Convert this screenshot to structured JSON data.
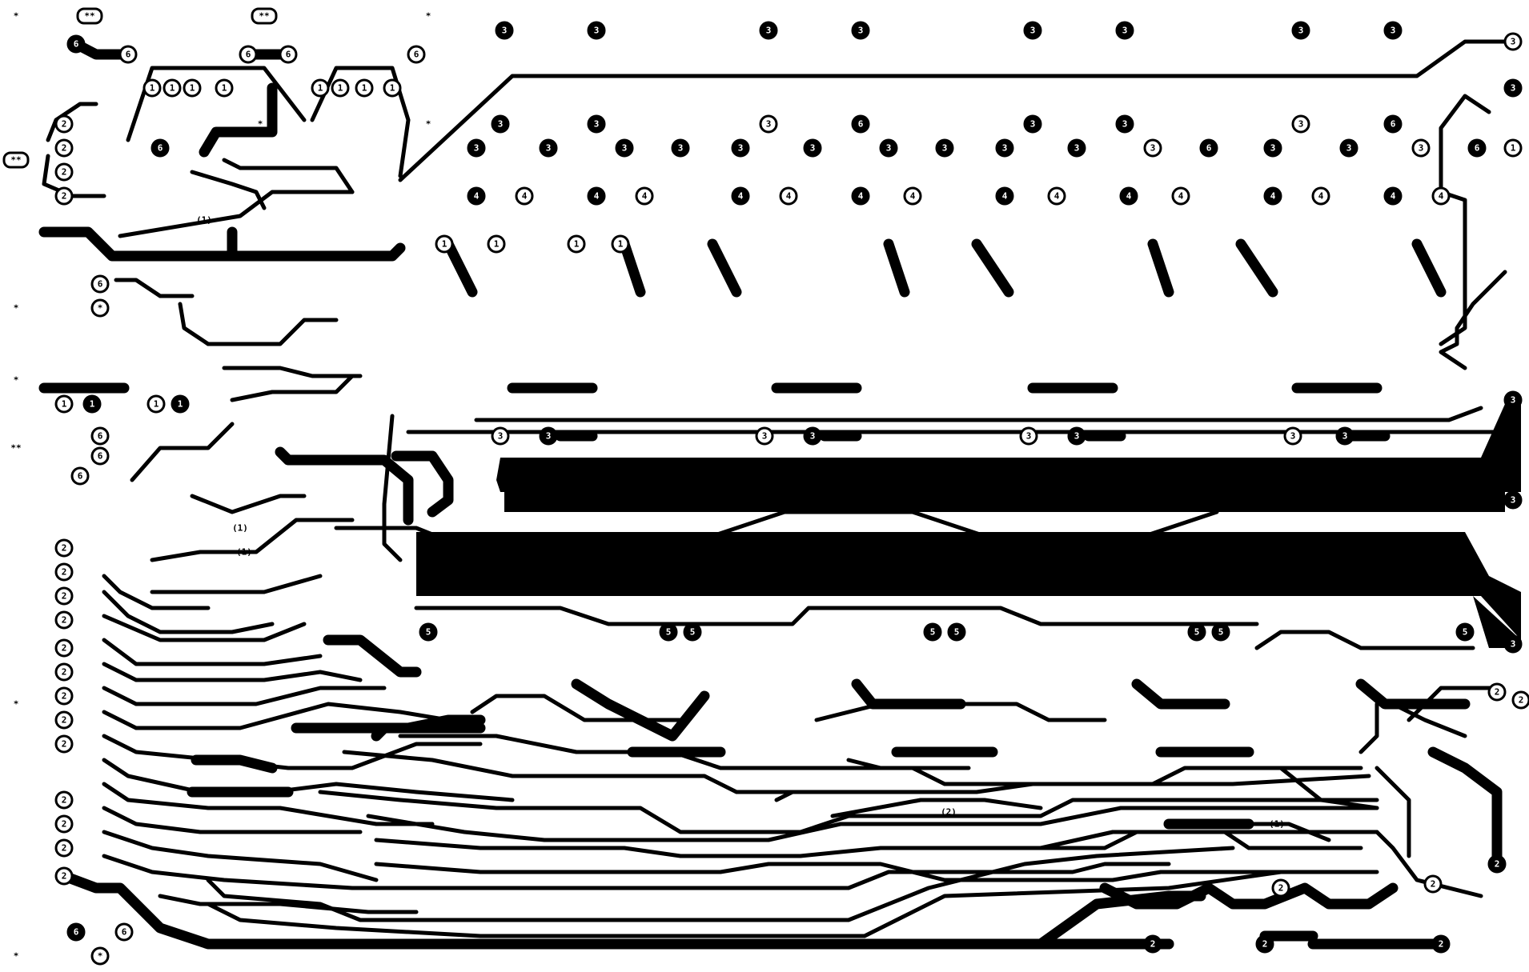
{
  "board": {
    "title": "",
    "colors": {
      "copper": "#000000",
      "substrate": "#ffffff"
    },
    "label_set": [
      "1",
      "2",
      "3",
      "4",
      "5",
      "6",
      "*",
      "**",
      "(1)",
      "(2)"
    ]
  },
  "pads": [
    {
      "id": "p1",
      "label": "*",
      "style": "bare"
    },
    {
      "id": "p2",
      "label": "**",
      "style": "ring"
    },
    {
      "id": "p3",
      "label": "**",
      "style": "ring"
    },
    {
      "id": "p4",
      "label": "*",
      "style": "bare"
    },
    {
      "id": "p5",
      "label": "6",
      "style": "solid"
    },
    {
      "id": "p6",
      "label": "6",
      "style": "ring"
    },
    {
      "id": "p7",
      "label": "6",
      "style": "ring"
    },
    {
      "id": "p8",
      "label": "6",
      "style": "ring"
    },
    {
      "id": "p9",
      "label": "6",
      "style": "ring"
    },
    {
      "id": "p10",
      "label": "3",
      "style": "solid"
    },
    {
      "id": "p11",
      "label": "3",
      "style": "solid"
    },
    {
      "id": "p12",
      "label": "3",
      "style": "solid"
    },
    {
      "id": "p13",
      "label": "3",
      "style": "solid"
    },
    {
      "id": "p14",
      "label": "3",
      "style": "solid"
    },
    {
      "id": "p15",
      "label": "3",
      "style": "solid"
    },
    {
      "id": "p16",
      "label": "3",
      "style": "solid"
    },
    {
      "id": "p17",
      "label": "3",
      "style": "solid"
    },
    {
      "id": "p18",
      "label": "3",
      "style": "ring"
    },
    {
      "id": "p19",
      "label": "3",
      "style": "solid"
    },
    {
      "id": "p20",
      "label": "1",
      "style": "ring"
    },
    {
      "id": "p21",
      "label": "1",
      "style": "ring"
    },
    {
      "id": "p22",
      "label": "1",
      "style": "ring"
    },
    {
      "id": "p23",
      "label": "1",
      "style": "ring"
    },
    {
      "id": "p24",
      "label": "1",
      "style": "ring"
    },
    {
      "id": "p25",
      "label": "1",
      "style": "ring"
    },
    {
      "id": "p26",
      "label": "1",
      "style": "ring"
    },
    {
      "id": "p27",
      "label": "1",
      "style": "ring"
    },
    {
      "id": "p28",
      "label": "2",
      "style": "ring"
    },
    {
      "id": "p29",
      "label": "2",
      "style": "ring"
    },
    {
      "id": "p30",
      "label": "2",
      "style": "ring"
    },
    {
      "id": "p31",
      "label": "2",
      "style": "ring"
    },
    {
      "id": "p32",
      "label": "6",
      "style": "solid"
    },
    {
      "id": "p33",
      "label": "*",
      "style": "bare"
    },
    {
      "id": "p34",
      "label": "*",
      "style": "bare"
    },
    {
      "id": "p35",
      "label": "3",
      "style": "solid"
    },
    {
      "id": "p36",
      "label": "3",
      "style": "solid"
    },
    {
      "id": "p37",
      "label": "3",
      "style": "solid"
    },
    {
      "id": "p38",
      "label": "3",
      "style": "solid"
    },
    {
      "id": "p39",
      "label": "3",
      "style": "solid"
    },
    {
      "id": "p40",
      "label": "3",
      "style": "solid"
    },
    {
      "id": "p41",
      "label": "3",
      "style": "solid"
    },
    {
      "id": "p42",
      "label": "3",
      "style": "solid"
    },
    {
      "id": "p43",
      "label": "3",
      "style": "solid"
    },
    {
      "id": "p44",
      "label": "3",
      "style": "solid"
    },
    {
      "id": "p45",
      "label": "3",
      "style": "ring"
    },
    {
      "id": "p46",
      "label": "6",
      "style": "solid"
    },
    {
      "id": "p47",
      "label": "3",
      "style": "solid"
    },
    {
      "id": "p48",
      "label": "3",
      "style": "solid"
    },
    {
      "id": "p49",
      "label": "3",
      "style": "ring"
    },
    {
      "id": "p50",
      "label": "6",
      "style": "solid"
    },
    {
      "id": "p51",
      "label": "3",
      "style": "solid"
    },
    {
      "id": "p52",
      "label": "3",
      "style": "solid"
    },
    {
      "id": "p53",
      "label": "3",
      "style": "ring"
    },
    {
      "id": "p54",
      "label": "6",
      "style": "solid"
    },
    {
      "id": "p55",
      "label": "3",
      "style": "solid"
    },
    {
      "id": "p56",
      "label": "3",
      "style": "solid"
    },
    {
      "id": "p57",
      "label": "3",
      "style": "ring"
    },
    {
      "id": "p58",
      "label": "6",
      "style": "solid"
    },
    {
      "id": "p59",
      "label": "1",
      "style": "ring"
    },
    {
      "id": "p60",
      "label": "4",
      "style": "solid"
    },
    {
      "id": "p61",
      "label": "4",
      "style": "ring"
    },
    {
      "id": "p62",
      "label": "4",
      "style": "solid"
    },
    {
      "id": "p63",
      "label": "4",
      "style": "ring"
    },
    {
      "id": "p64",
      "label": "4",
      "style": "solid"
    },
    {
      "id": "p65",
      "label": "4",
      "style": "ring"
    },
    {
      "id": "p66",
      "label": "4",
      "style": "solid"
    },
    {
      "id": "p67",
      "label": "4",
      "style": "ring"
    },
    {
      "id": "p68",
      "label": "4",
      "style": "solid"
    },
    {
      "id": "p69",
      "label": "4",
      "style": "ring"
    },
    {
      "id": "p70",
      "label": "4",
      "style": "solid"
    },
    {
      "id": "p71",
      "label": "4",
      "style": "ring"
    },
    {
      "id": "p72",
      "label": "4",
      "style": "solid"
    },
    {
      "id": "p73",
      "label": "4",
      "style": "ring"
    },
    {
      "id": "p74",
      "label": "4",
      "style": "solid"
    },
    {
      "id": "p75",
      "label": "4",
      "style": "ring"
    },
    {
      "id": "p76",
      "label": "1",
      "style": "ring"
    },
    {
      "id": "p77",
      "label": "1",
      "style": "solid"
    },
    {
      "id": "p78",
      "label": "1",
      "style": "ring"
    },
    {
      "id": "p79",
      "label": "1",
      "style": "solid"
    },
    {
      "id": "p80",
      "label": "1",
      "style": "ring"
    },
    {
      "id": "p81",
      "label": "1",
      "style": "ring"
    },
    {
      "id": "p82",
      "label": "1",
      "style": "ring"
    },
    {
      "id": "p83",
      "label": "1",
      "style": "ring"
    },
    {
      "id": "p84",
      "label": "3",
      "style": "ring"
    },
    {
      "id": "p85",
      "label": "3",
      "style": "solid"
    },
    {
      "id": "p86",
      "label": "3",
      "style": "ring"
    },
    {
      "id": "p87",
      "label": "3",
      "style": "solid"
    },
    {
      "id": "p88",
      "label": "3",
      "style": "ring"
    },
    {
      "id": "p89",
      "label": "3",
      "style": "solid"
    },
    {
      "id": "p90",
      "label": "3",
      "style": "ring"
    },
    {
      "id": "p91",
      "label": "3",
      "style": "solid"
    },
    {
      "id": "p92",
      "label": "3",
      "style": "solid"
    },
    {
      "id": "p93",
      "label": "3",
      "style": "solid"
    },
    {
      "id": "p94",
      "label": "3",
      "style": "solid"
    },
    {
      "id": "p95",
      "label": "5",
      "style": "solid"
    },
    {
      "id": "p96",
      "label": "5",
      "style": "solid"
    },
    {
      "id": "p97",
      "label": "5",
      "style": "solid"
    },
    {
      "id": "p98",
      "label": "5",
      "style": "solid"
    },
    {
      "id": "p99",
      "label": "5",
      "style": "solid"
    },
    {
      "id": "p100",
      "label": "5",
      "style": "solid"
    },
    {
      "id": "p101",
      "label": "5",
      "style": "solid"
    },
    {
      "id": "p102",
      "label": "5",
      "style": "solid"
    },
    {
      "id": "p103",
      "label": "2",
      "style": "ring"
    },
    {
      "id": "p104",
      "label": "2",
      "style": "solid"
    },
    {
      "id": "p105",
      "label": "(2)",
      "style": "bare"
    },
    {
      "id": "p106",
      "label": "6",
      "style": "solid"
    },
    {
      "id": "p107",
      "label": "6",
      "style": "ring"
    },
    {
      "id": "p108",
      "label": "6",
      "style": "ring"
    },
    {
      "id": "p109",
      "label": "*",
      "style": "bare"
    },
    {
      "id": "p110",
      "label": "*",
      "style": "ring"
    },
    {
      "id": "p111",
      "label": "2",
      "style": "ring"
    },
    {
      "id": "p112",
      "label": "2",
      "style": "ring"
    },
    {
      "id": "p113",
      "label": "2",
      "style": "ring"
    },
    {
      "id": "p114",
      "label": "2",
      "style": "ring"
    },
    {
      "id": "p115",
      "label": "2",
      "style": "ring"
    },
    {
      "id": "p116",
      "label": "2",
      "style": "ring"
    },
    {
      "id": "p117",
      "label": "2",
      "style": "ring"
    },
    {
      "id": "p118",
      "label": "2",
      "style": "ring"
    },
    {
      "id": "p119",
      "label": "2",
      "style": "ring"
    },
    {
      "id": "p120",
      "label": "2",
      "style": "ring"
    },
    {
      "id": "p121",
      "label": "2",
      "style": "ring"
    },
    {
      "id": "p122",
      "label": "2",
      "style": "ring"
    },
    {
      "id": "p123",
      "label": "2",
      "style": "ring"
    },
    {
      "id": "p124",
      "label": "**",
      "style": "ring"
    },
    {
      "id": "p125",
      "label": "*",
      "style": "bare"
    },
    {
      "id": "p126",
      "label": "**",
      "style": "bare"
    },
    {
      "id": "p127",
      "label": "*",
      "style": "bare"
    },
    {
      "id": "p128",
      "label": "*",
      "style": "bare"
    },
    {
      "id": "p129",
      "label": "6",
      "style": "ring"
    },
    {
      "id": "p130",
      "label": "*",
      "style": "ring"
    },
    {
      "id": "p131",
      "label": "6",
      "style": "ring"
    },
    {
      "id": "p132",
      "label": "6",
      "style": "ring"
    },
    {
      "id": "p133",
      "label": "(1)",
      "style": "bare"
    },
    {
      "id": "p134",
      "label": "(1)",
      "style": "bare"
    },
    {
      "id": "p135",
      "label": "(1)",
      "style": "bare"
    },
    {
      "id": "p136",
      "label": "(1)",
      "style": "bare"
    },
    {
      "id": "p137",
      "label": "2",
      "style": "ring"
    },
    {
      "id": "p138",
      "label": "2",
      "style": "ring"
    },
    {
      "id": "p139",
      "label": "2",
      "style": "ring"
    },
    {
      "id": "p140",
      "label": "2",
      "style": "solid"
    },
    {
      "id": "p141",
      "label": "2",
      "style": "solid"
    },
    {
      "id": "p142",
      "label": "2",
      "style": "solid"
    }
  ]
}
